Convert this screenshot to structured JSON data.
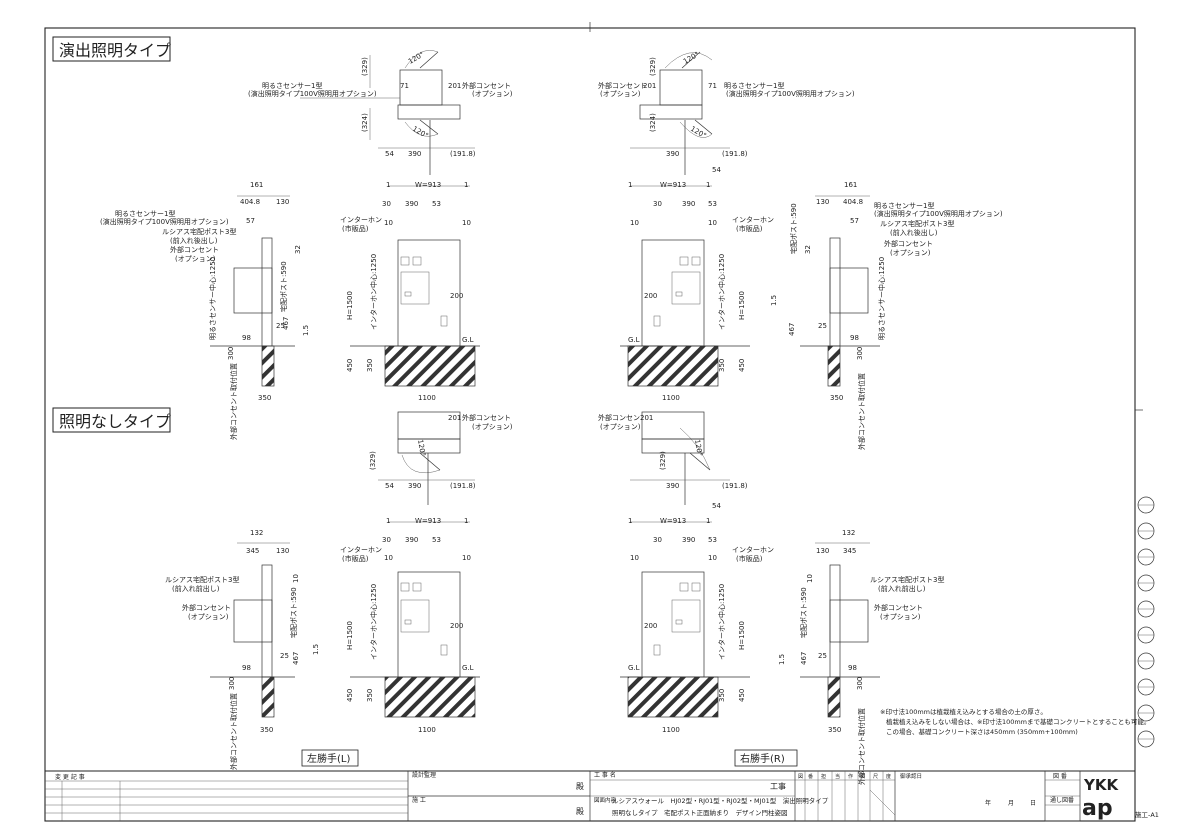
{
  "sections": {
    "lit": "演出照明タイプ",
    "unlit": "照明なしタイプ"
  },
  "hands": {
    "left": "左勝手(L)",
    "right": "右勝手(R)"
  },
  "labels": {
    "sensor1": "明るさセンサー1型",
    "sensor_opt": "(演出照明タイプ100V照明用オプション)",
    "sensor_opt2": "(演出照明タイプ100V照明用オプション)",
    "outlet": "外部コンセント",
    "option": "(オプション)",
    "lucias_post": "ルシアス宅配ポスト3型",
    "front_out": "(前入れ後出し)",
    "front_front": "(前入れ前出し)",
    "intercom": "インターホン",
    "retail": "(市販品)",
    "outlet_short": "外部コンセン",
    "gl": "G.L"
  },
  "dims": {
    "d329": "(329)",
    "d324": "(324)",
    "d120": "120°",
    "d201": "201",
    "d71": "71",
    "d54": "54",
    "d390": "390",
    "d1918": "(191.8)",
    "d161": "161",
    "d132": "132",
    "d4048": "404.8",
    "d345": "345",
    "d130": "130",
    "d57": "57",
    "d32": "32",
    "d10": "10",
    "d25": "25",
    "d467": "467",
    "d15": "1.5",
    "d98": "98",
    "d300": "300",
    "d350": "350",
    "d450": "450",
    "d1100": "1100",
    "d1": "1",
    "w913": "W=913",
    "d53": "53",
    "d30": "30",
    "d200": "200",
    "h1500": "H=1500",
    "inter_center": "インターホン中心:1250",
    "post_590": "宅配ポスト:590",
    "sensor_1250": "明るさセンサー中心:1250",
    "outlet_mount": "外部コンセント取付位置"
  },
  "notes": [
    "※印寸法100mmは植栽植え込みとする場合の土の厚さ。",
    "植栽植え込みをしない場合は、※印寸法100mmまで基礎コンクリートとすることも可能。",
    "この場合、基礎コンクリート深さは450mm (350mm+100mm)"
  ],
  "title_block": {
    "revision": "変 更 記 事",
    "design": "設計監理",
    "construction": "施 工",
    "dono": "殿",
    "project": "工 事 名",
    "koji": "工事",
    "drawing_name_label": "図面内容",
    "drawing_name_1": "ルシアスウォール　HJ02型・RJ01型・RJ02型・MJ01型　演出照明タイプ",
    "drawing_name_2": "照明なしタイプ　宅配ポスト正面納まり　デザイン門柱姿図",
    "cols": [
      "図",
      "番",
      "担",
      "当",
      "作",
      "図",
      "尺",
      "度"
    ],
    "date_label": "御承認日",
    "year": "年",
    "month": "月",
    "day": "日",
    "sheet_no": "図 番",
    "sheet_ref": "通し図番",
    "brand_top": "YKK",
    "brand_bottom": "ap",
    "sheet_code": "施工-A1"
  }
}
